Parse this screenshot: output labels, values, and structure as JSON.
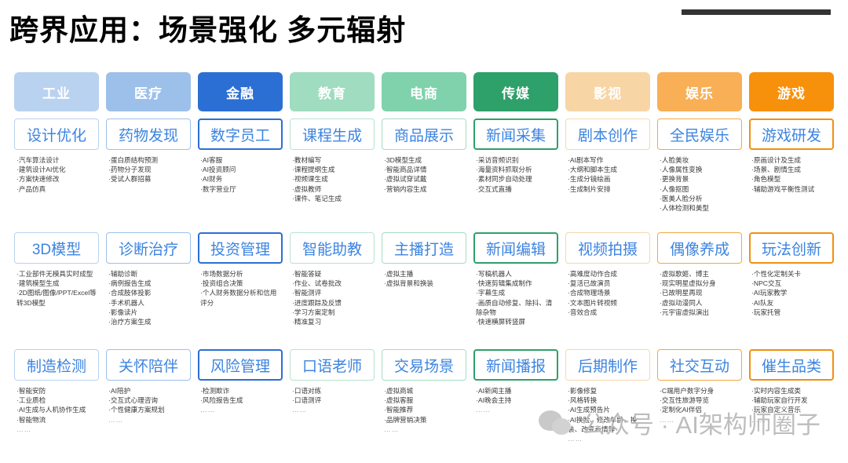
{
  "title": "跨界应用：场景强化  多元辐射",
  "watermark": {
    "icon": "wechat-bubbles-icon",
    "text": "公众号 · AI架构师圈子"
  },
  "colors": {
    "industry": "#b9d2f0",
    "medical": "#9cc0ea",
    "finance": "#2c6fd4",
    "education": "#9fdcc0",
    "ecommerce": "#7fd2ac",
    "media": "#2ea06a",
    "film": "#f8d5a4",
    "entertainment": "#f8af55",
    "game": "#f7900b",
    "heading_text": "#3c84e0",
    "bullet_text": "#3a3a3a",
    "rule": "#333333"
  },
  "columns": [
    {
      "key": "industry",
      "label": "工业",
      "chip_bg": "#b9d2f0",
      "border": "#b9d2f0",
      "border_weight": "thin",
      "cells": [
        {
          "title": "设计优化",
          "bullets": [
            "·汽车算法设计",
            "·建筑设计AI优化",
            "·方案快速修改",
            "·产品仿真"
          ]
        },
        {
          "title": "3D模型",
          "bullets": [
            "·工业部件无模具实时成型",
            "·建筑模型生成",
            "·2D图纸/图像/PPT/Excel等转3D模型"
          ]
        },
        {
          "title": "制造检测",
          "bullets": [
            "·智能安防",
            "·工业质检",
            "·AI生成与人机协作生成",
            "·智能物流",
            "……"
          ]
        }
      ]
    },
    {
      "key": "medical",
      "label": "医疗",
      "chip_bg": "#9cc0ea",
      "border": "#9cc0ea",
      "border_weight": "thin",
      "cells": [
        {
          "title": "药物发现",
          "bullets": [
            "·蛋白质结构预测",
            "·药物分子发现",
            "·受试人群招募"
          ]
        },
        {
          "title": "诊断治疗",
          "bullets": [
            "·辅助诊断",
            "·病例报告生成",
            "·合成肢体投影",
            "·手术机器人",
            "·影像读片",
            "·治疗方案生成"
          ]
        },
        {
          "title": "关怀陪伴",
          "bullets": [
            "·AI陪护",
            "·交互式心理咨询",
            "·个性健康方案规划",
            "……"
          ]
        }
      ]
    },
    {
      "key": "finance",
      "label": "金融",
      "chip_bg": "#2c6fd4",
      "border": "#2c6fd4",
      "border_weight": "thick",
      "cells": [
        {
          "title": "数字员工",
          "bullets": [
            "·AI客服",
            "·AI投资顾问",
            "·AI财务",
            "·数字营业厅"
          ]
        },
        {
          "title": "投资管理",
          "bullets": [
            "·市场数据分析",
            "·投资组合决策",
            "·个人财务数据分析和信用评分"
          ]
        },
        {
          "title": "风险管理",
          "bullets": [
            "·检测欺诈",
            "·风险报告生成",
            "……"
          ]
        }
      ]
    },
    {
      "key": "education",
      "label": "教育",
      "chip_bg": "#9fdcc0",
      "border": "#b7e4cf",
      "border_weight": "thin",
      "cells": [
        {
          "title": "课程生成",
          "bullets": [
            "·教材编写",
            "·课程提纲生成",
            "·视频课生成",
            "·虚拟教师",
            "·课件、笔记生成"
          ]
        },
        {
          "title": "智能助教",
          "bullets": [
            "·智能答疑",
            "·作业、试卷批改",
            "·智能测评",
            "·进度跟踪及反馈",
            "·学习方案定制",
            "·精准复习"
          ]
        },
        {
          "title": "口语老师",
          "bullets": [
            "·口语对练",
            "·口语测评",
            "……"
          ]
        }
      ]
    },
    {
      "key": "ecommerce",
      "label": "电商",
      "chip_bg": "#7fd2ac",
      "border": "#a5ddc2",
      "border_weight": "thin",
      "cells": [
        {
          "title": "商品展示",
          "bullets": [
            "·3D模型生成",
            "·智能商品详情",
            "·虚拟试穿试戴",
            "·营销内容生成"
          ]
        },
        {
          "title": "主播打造",
          "bullets": [
            "·虚拟主播",
            "·虚拟背景和换装"
          ]
        },
        {
          "title": "交易场景",
          "bullets": [
            "·虚拟商城",
            "·虚拟客服",
            "·智能推荐",
            "·品牌营销决策",
            "……"
          ]
        }
      ]
    },
    {
      "key": "media",
      "label": "传媒",
      "chip_bg": "#2ea06a",
      "border": "#2ea06a",
      "border_weight": "thick",
      "cells": [
        {
          "title": "新闻采集",
          "bullets": [
            "·采访音频识别",
            "·海量资料抓取分析",
            "·素材同步自动处理",
            "·交互式直播"
          ]
        },
        {
          "title": "新闻编辑",
          "bullets": [
            "·写稿机器人",
            "·快速剪辑集成制作",
            "·字幕生成",
            "·画质自动修复、除抖、清除杂物",
            "·快速横屏转竖屏"
          ]
        },
        {
          "title": "新闻播报",
          "bullets": [
            "·AI新闻主播",
            "·AI晚会主持",
            "……"
          ]
        }
      ]
    },
    {
      "key": "film",
      "label": "影视",
      "chip_bg": "#f8d5a4",
      "border": "#f6d8ad",
      "border_weight": "thin",
      "cells": [
        {
          "title": "剧本创作",
          "bullets": [
            "·AI剧本写作",
            "·大纲和脚本生成",
            "·生成分镜绘画",
            "·生成制片安排"
          ]
        },
        {
          "title": "视频拍摄",
          "bullets": [
            "·高难度动作合成",
            "·复活已故演员",
            "·合成物理场景",
            "·文本图片转视频",
            "·音效合成"
          ]
        },
        {
          "title": "后期制作",
          "bullets": [
            "·影像修复",
            "·风格转换",
            "·AI生成预告片",
            "·AI换脸、修改年龄、换装、改变表情等",
            "……"
          ]
        }
      ]
    },
    {
      "key": "entertainment",
      "label": "娱乐",
      "chip_bg": "#f8af55",
      "border": "#f2a93f",
      "border_weight": "thin",
      "cells": [
        {
          "title": "全民娱乐",
          "bullets": [
            "·人脸美妆",
            "·人像属性变换",
            "·更换背景",
            "·人像抠图",
            "·医美人脸分析",
            "·人体检测和美型"
          ]
        },
        {
          "title": "偶像养成",
          "bullets": [
            "·虚拟歌姬、博主",
            "·现实明星虚拟分身",
            "·已故明星再现",
            "·虚拟动漫同人",
            "·元宇宙虚拟演出"
          ]
        },
        {
          "title": "社交互动",
          "bullets": [
            "·C端用户数字分身",
            "·交互性旅游导览",
            "·定制化AI伴侣",
            "……"
          ]
        }
      ]
    },
    {
      "key": "game",
      "label": "游戏",
      "chip_bg": "#f7900b",
      "border": "#f0900f",
      "border_weight": "thick",
      "cells": [
        {
          "title": "游戏研发",
          "bullets": [
            "·原画设计及生成",
            "·场景、剧情生成",
            "·角色模型",
            "·辅助游戏平衡性测试"
          ]
        },
        {
          "title": "玩法创新",
          "bullets": [
            "·个性化定制关卡",
            "·NPC交互",
            "·AI玩家教学",
            "·AI队友",
            "·玩家托管"
          ]
        },
        {
          "title": "催生品类",
          "bullets": [
            "·实时内容生成类",
            "·辅助玩家自行开发",
            "·玩家自定义音乐",
            "……"
          ]
        }
      ]
    }
  ]
}
